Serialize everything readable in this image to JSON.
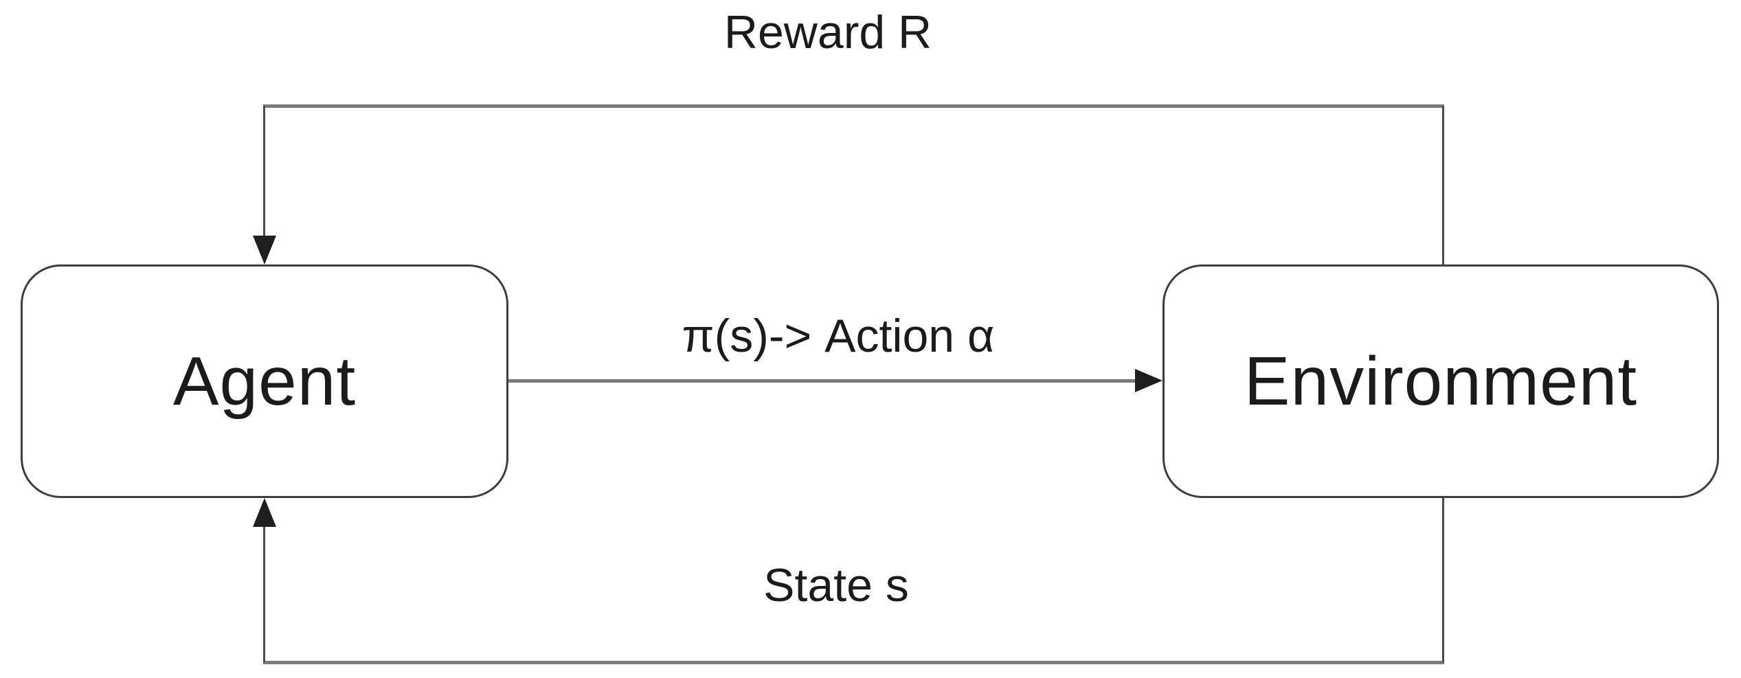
{
  "diagram": {
    "nodes": [
      {
        "id": "agent",
        "label": "Agent"
      },
      {
        "id": "environment",
        "label": "Environment"
      }
    ],
    "edges": [
      {
        "id": "reward",
        "label": "Reward R",
        "from": "environment",
        "to": "agent",
        "path": "top-loop"
      },
      {
        "id": "action",
        "label": "π(s)-> Action α",
        "from": "agent",
        "to": "environment",
        "path": "middle-straight"
      },
      {
        "id": "state",
        "label": "State s",
        "from": "environment",
        "to": "agent",
        "path": "bottom-loop"
      }
    ],
    "colors": {
      "background": "#ffffff",
      "node_fill": "#ffffff",
      "node_border": "#3e3e3e",
      "connector_horizontal": "#7b7b7b",
      "connector_vertical": "#4a4a4a",
      "arrowhead": "#1f1f1f",
      "text": "#1b1b1b"
    }
  }
}
